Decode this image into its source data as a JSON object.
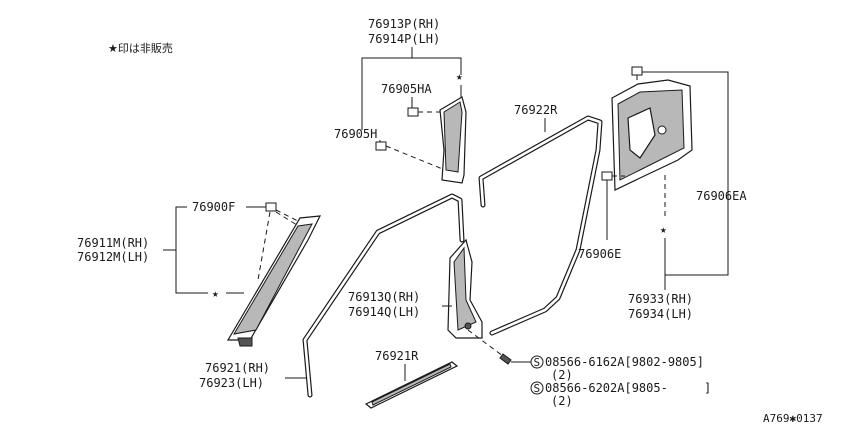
{
  "note": "★印は非販売",
  "star": "★",
  "bolt_symbol": "S",
  "drawing_code": "A769✱0137",
  "labels": {
    "p76913p": "76913P(RH)",
    "p76914p": "76914P(LH)",
    "p76905ha": "76905HA",
    "p76905h": "76905H",
    "p76922r": "76922R",
    "p76900f": "76900F",
    "p76911m": "76911M(RH)",
    "p76912m": "76912M(LH)",
    "p76906ea": "76906EA",
    "p76906e": "76906E",
    "p76933": "76933(RH)",
    "p76934": "76934(LH)",
    "p76913q": "76913Q(RH)",
    "p76914q": "76914Q(LH)",
    "p76921": "76921(RH)",
    "p76923": "76923(LH)",
    "p76921r": "76921R",
    "bolt1": "08566-6162A[9802-9805]",
    "bolt1_qty": "(2)",
    "bolt2": "08566-6202A[9805-     ]",
    "bolt2_qty": "(2)"
  }
}
